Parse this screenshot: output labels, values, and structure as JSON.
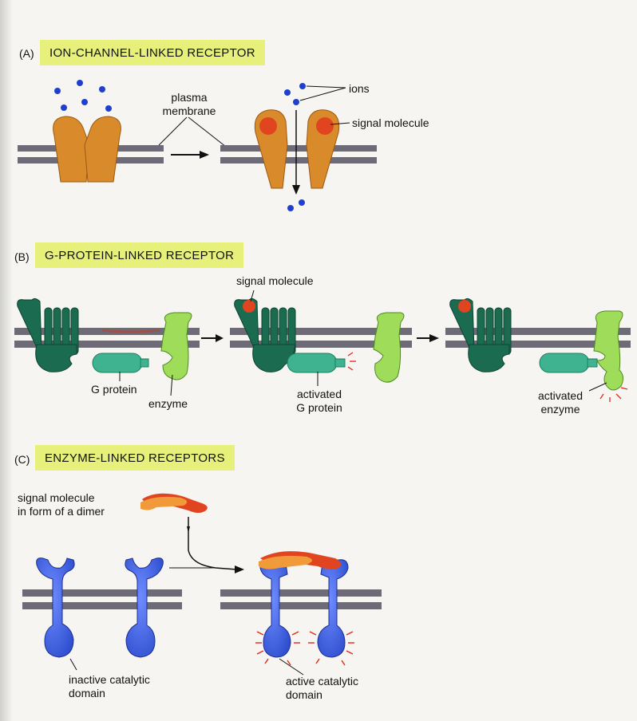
{
  "panels": {
    "a": {
      "letter": "(A)",
      "title": "ION-CHANNEL-LINKED RECEPTOR",
      "labels": {
        "plasma_membrane_1": "plasma",
        "plasma_membrane_2": "membrane",
        "ions": "ions",
        "signal_molecule": "signal molecule"
      }
    },
    "b": {
      "letter": "(B)",
      "title": "G-PROTEIN-LINKED RECEPTOR",
      "labels": {
        "signal_molecule": "signal molecule",
        "g_protein": "G protein",
        "enzyme": "enzyme",
        "activated_g_protein_1": "activated",
        "activated_g_protein_2": "G protein",
        "activated_enzyme_1": "activated",
        "activated_enzyme_2": "enzyme"
      }
    },
    "c": {
      "letter": "(C)",
      "title": "ENZYME-LINKED RECEPTORS",
      "labels": {
        "signal_dimer_1": "signal molecule",
        "signal_dimer_2": "in form of a dimer",
        "inactive_1": "inactive catalytic",
        "inactive_2": "domain",
        "active_1": "active catalytic",
        "active_2": "domain"
      }
    }
  },
  "colors": {
    "title_highlight": "#e6f07a",
    "membrane": "#6d6b78",
    "ion_channel": "#d98a2b",
    "signal_red": "#e0451f",
    "ion_blue": "#1f3fcf",
    "receptor_dark_green": "#1a6b4f",
    "g_protein_teal": "#3fb38f",
    "enzyme_light_green": "#9fdc5a",
    "receptor_blue": "#3c5fe0",
    "dimer_orange": "#f07a2a",
    "activity_red": "#e02a1a"
  }
}
